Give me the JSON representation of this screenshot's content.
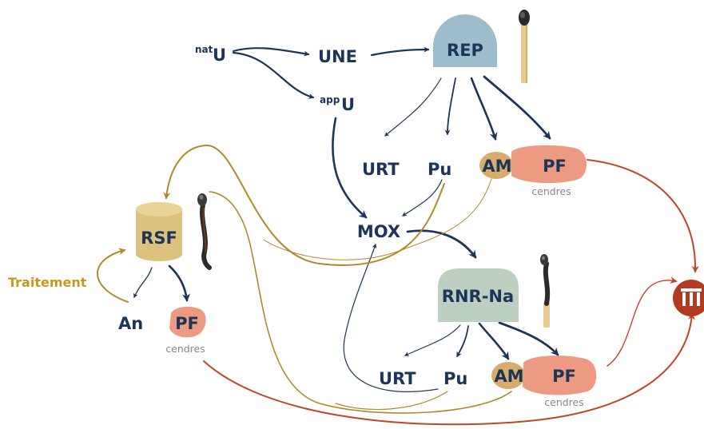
{
  "nodes": {
    "natU_sup": "nat",
    "natU_base": "U",
    "une": "UNE",
    "appU_sup": "app",
    "appU_base": "U",
    "rep": "REP",
    "urt_top": "URT",
    "pu_top": "Pu",
    "am_top": "AM",
    "pf_top": "PF",
    "ash_top": "cendres",
    "mox": "MOX",
    "rsf": "RSF",
    "an": "An",
    "pf_left": "PF",
    "ash_left": "cendres",
    "traitement": "Traitement",
    "rnr": "RNR-Na",
    "urt_bot": "URT",
    "pu_bot": "Pu",
    "am_bot": "AM",
    "pf_bot": "PF",
    "ash_bot": "cendres"
  },
  "colors": {
    "navy": "#1d3557",
    "reactor_rep": "#9dbccc",
    "reactor_rnr": "#bccfc0",
    "storage": "#dcc27e",
    "am_fill": "#d8ac6c",
    "pf_fill": "#ec9a82",
    "gold_arrow": "#b08a2a",
    "red_arrow": "#c0462b",
    "repository": "#b23a22",
    "traitement_text": "#c59a1c"
  },
  "icons": [
    "match-new-icon",
    "match-burnt-icon",
    "match-burnt-icon",
    "geological-repository-icon"
  ]
}
